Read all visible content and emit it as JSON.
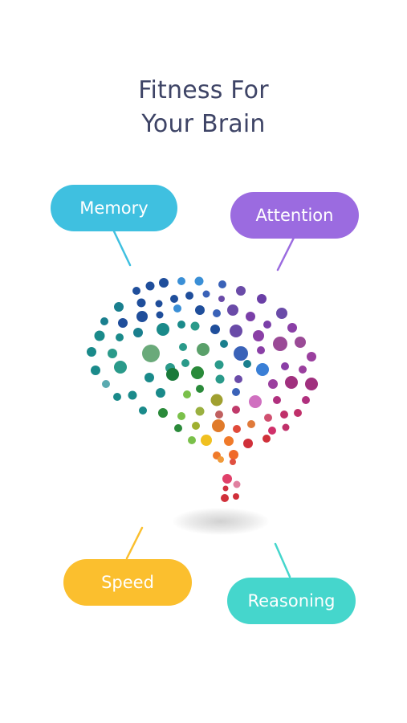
{
  "header": {
    "title_line1": "Fitness For",
    "title_line2": "Your Brain"
  },
  "skills": {
    "memory": {
      "label": "Memory",
      "color": "#3fc0e0"
    },
    "attention": {
      "label": "Attention",
      "color": "#9b6be0"
    },
    "speed": {
      "label": "Speed",
      "color": "#fbbf2e"
    },
    "reasoning": {
      "label": "Reasoning",
      "color": "#45d6cc"
    }
  },
  "illustration": {
    "icon": "dotted-brain-icon"
  }
}
